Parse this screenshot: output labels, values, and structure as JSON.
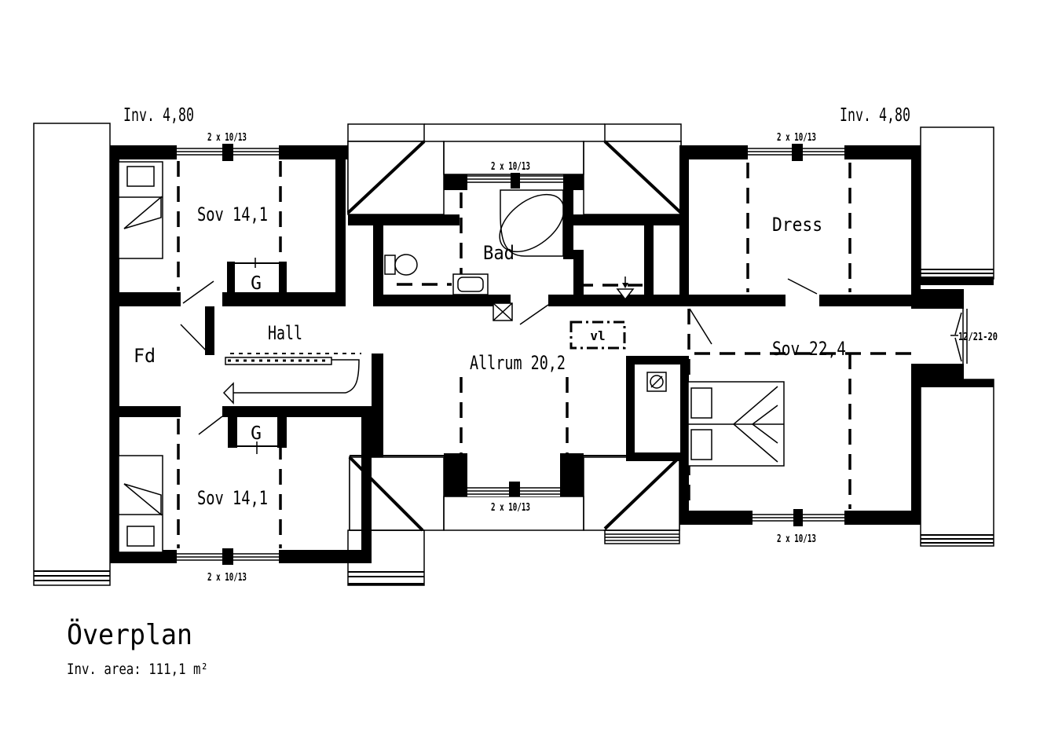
{
  "plan": {
    "title": "Överplan",
    "area_text": "Inv. area: 111,1 m²",
    "ceiling_height_left": "Inv. 4,80",
    "ceiling_height_right": "Inv. 4,80",
    "rooms": {
      "sov_top": "Sov 14,1",
      "sov_bottom": "Sov 14,1",
      "sov_master": "Sov 22,4",
      "allrum": "Allrum 20,2",
      "bad": "Bad",
      "dress": "Dress",
      "hall": "Hall",
      "fd": "Fd",
      "closet_top": "G",
      "closet_bottom": "G",
      "vl": "vl"
    },
    "windows": {
      "top_left": "2 x 10/13",
      "top_bad": "2 x 10/13",
      "top_dress": "2 x 10/13",
      "bottom_left": "2 x 10/13",
      "bottom_allrum": "2 x 10/13",
      "bottom_master": "2 x 10/13",
      "side_right": "12/21-20"
    }
  }
}
